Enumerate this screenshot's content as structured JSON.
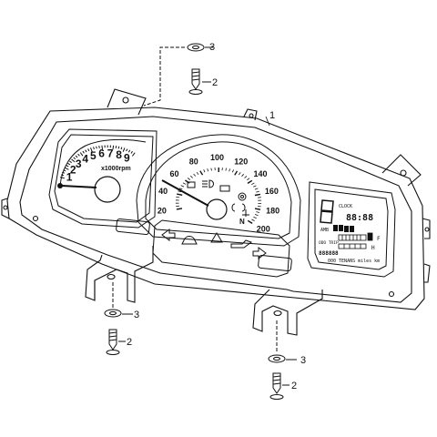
{
  "callouts": {
    "part1": "1",
    "part2": "2",
    "part3": "3"
  },
  "tach": {
    "numbers": [
      "1",
      "2",
      "3",
      "4",
      "5",
      "6",
      "7",
      "8",
      "9"
    ],
    "unit": "x1000rpm"
  },
  "speedo": {
    "numbers": [
      "20",
      "40",
      "60",
      "80",
      "100",
      "120",
      "140",
      "160",
      "180",
      "200"
    ],
    "gear_indicator": "N"
  },
  "lcd": {
    "gear": "8",
    "clock_label": "CLOCK",
    "clock_value": "88:88",
    "ambient_label": "AMB",
    "odo_label": "ODO TRIP",
    "odo_value": "888888",
    "fuel_label": "F",
    "temp_label": "H",
    "footer": "000 TENANS miles km"
  },
  "icons": [
    "turn-left-icon",
    "oil-icon",
    "warning-icon",
    "oil-can-icon",
    "turn-right-icon"
  ]
}
